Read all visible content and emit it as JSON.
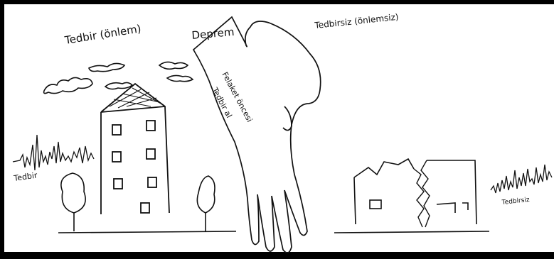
{
  "drawing": {
    "label_tedbir_onlem": "Tedbir (önlem)",
    "label_deprem": "Deprem",
    "label_tedbirsiz": "Tedbirsiz (önlemsiz)",
    "hand_text_line1": "Felaket öncesi",
    "hand_text_line2": "Tedbir al",
    "seismo_left_label": "Tedbir",
    "seismo_right_label": "Tedbirsiz"
  },
  "colors": {
    "ink": "#111111",
    "frame": "#000000",
    "background": "#ffffff"
  }
}
